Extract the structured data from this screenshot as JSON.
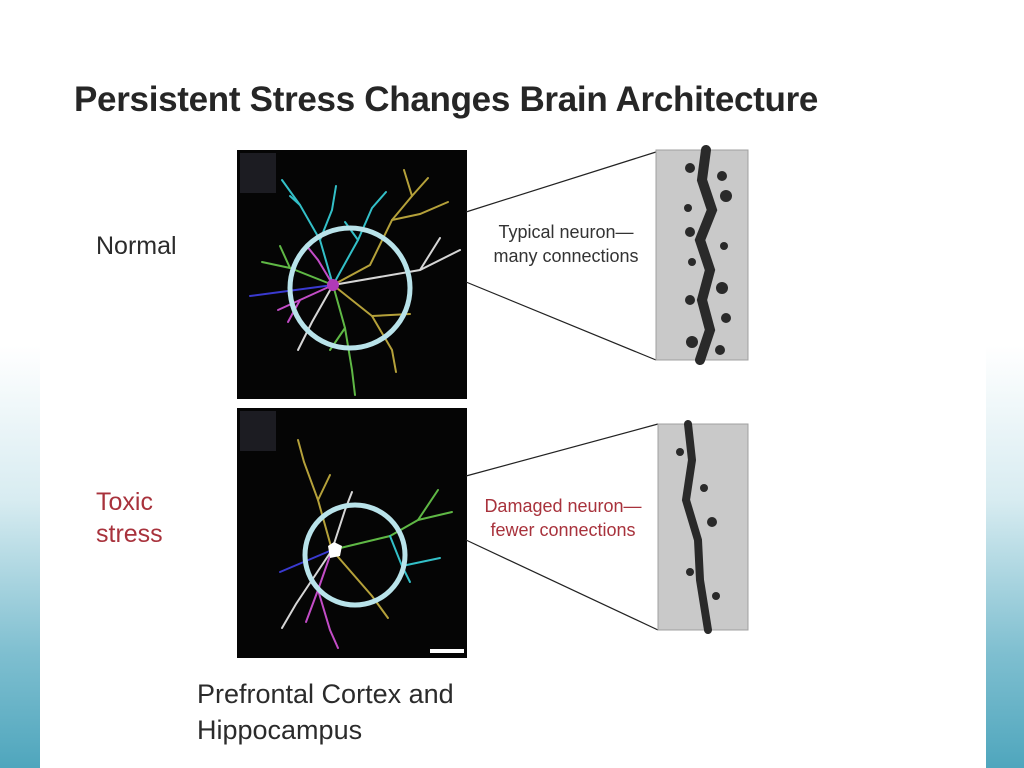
{
  "slide": {
    "title": "Persistent Stress Changes Brain Architecture",
    "caption_line1": "Prefrontal Cortex and",
    "caption_line2": "Hippocampus"
  },
  "panels": {
    "normal": {
      "label": "Normal",
      "callout_line1": "Typical neuron—",
      "callout_line2": "many connections"
    },
    "toxic": {
      "label_line1": "Toxic",
      "label_line2": "stress",
      "callout_line1": "Damaged neuron—",
      "callout_line2": "fewer connections"
    }
  },
  "colors": {
    "title": "#262626",
    "toxic_text": "#a8323c",
    "circle": "#b9e3ea",
    "panel_bg": "#050505"
  }
}
